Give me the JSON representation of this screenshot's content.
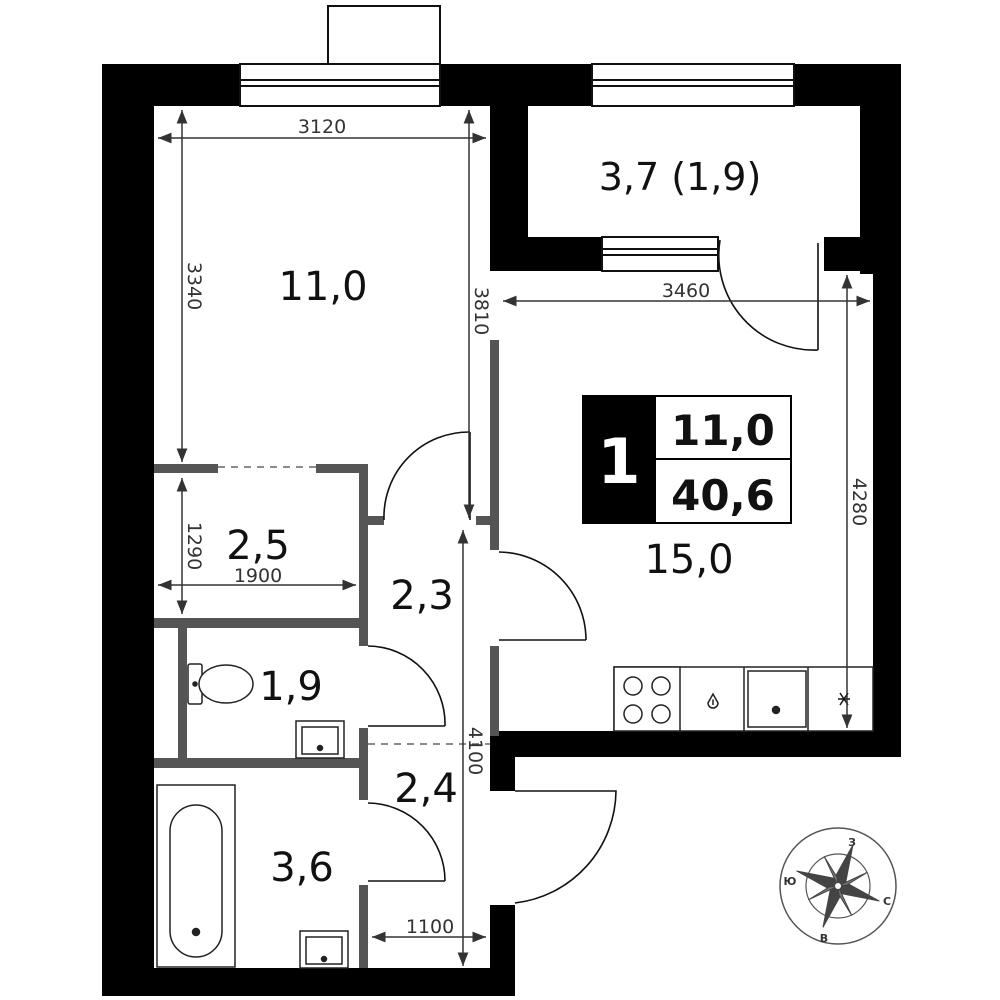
{
  "rooms": {
    "living_room": "11,0",
    "balcony": "3,7 (1,9)",
    "kitchen": "15,0",
    "storage": "2,5",
    "corridor": "2,3",
    "toilet": "1,9",
    "hall": "2,4",
    "bathroom": "3,6"
  },
  "dimensions": {
    "living_width": "3120",
    "living_depth": "3340",
    "living_depth_full": "3810",
    "kitchen_width": "3460",
    "kitchen_depth": "4280",
    "storage_depth": "1290",
    "storage_width": "1900",
    "hall_length": "4100",
    "hall_width": "1100"
  },
  "summary": {
    "room_count": "1",
    "living_area": "11,0",
    "total_area": "40,6"
  },
  "compass": {
    "north": "З",
    "east": "С",
    "south": "В",
    "west": "Ю"
  },
  "colors": {
    "wall": "#000000",
    "partition": "#555555",
    "dimension_line": "#333333",
    "badge_background": "#000000"
  }
}
